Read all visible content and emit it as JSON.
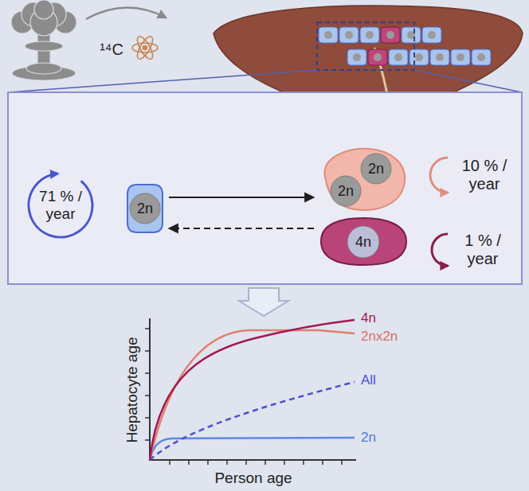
{
  "diagram": {
    "nodes": [
      {
        "text": [
          "2n"
        ]
      },
      {
        "text": [
          "2n",
          "2n"
        ]
      },
      {
        "text": [
          "4n"
        ]
      }
    ],
    "edges": [
      {
        "from": 0,
        "to": 1,
        "arrow": "to"
      },
      {
        "from": 2,
        "to": 0,
        "arrow": "to"
      }
    ],
    "labels": [
      "¹⁴C",
      "71 % / year",
      "10 % / year",
      "1 % / year",
      "Hepatocyte age",
      "Person age",
      "4n",
      "2nx2n",
      "All",
      "2n"
    ]
  }
}
